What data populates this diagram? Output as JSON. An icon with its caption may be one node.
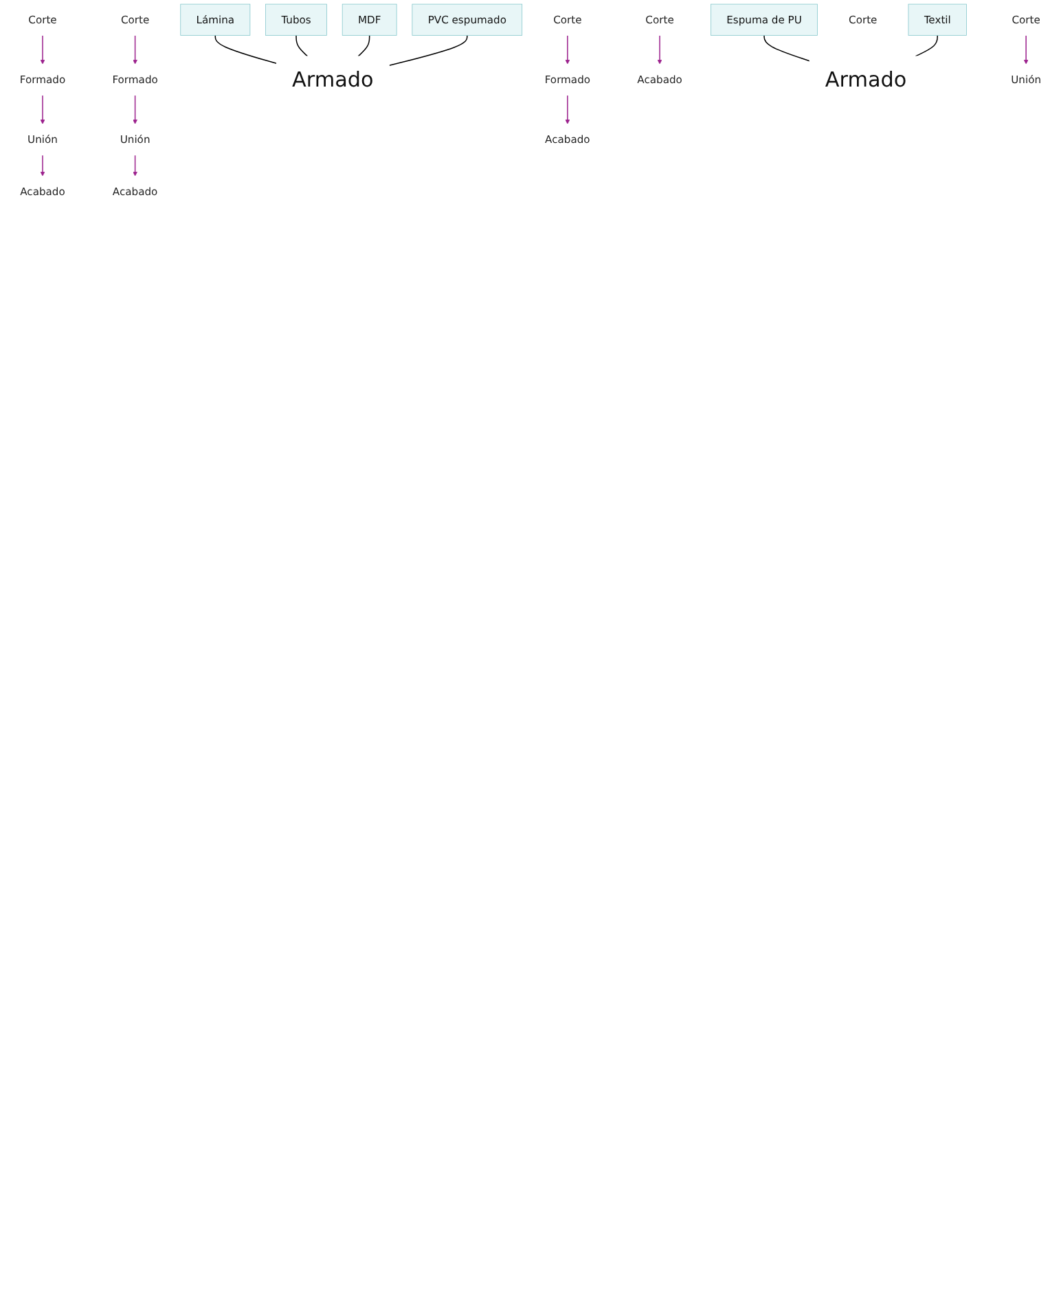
{
  "diagram": {
    "nodes": [
      {
        "text": [
          "Lámina"
        ]
      },
      {
        "text": [
          "Corte"
        ]
      },
      {
        "text": [
          "Formado"
        ]
      },
      {
        "text": [
          "Acabado"
        ]
      },
      {
        "text": [
          "Unión"
        ]
      },
      {
        "text": [
          "Tubos"
        ]
      },
      {
        "text": [
          "Corte"
        ]
      },
      {
        "text": [
          "Formado"
        ]
      },
      {
        "text": [
          "Acabado"
        ]
      },
      {
        "text": [
          "Unión"
        ]
      },
      {
        "text": [
          "Armado"
        ]
      },
      {
        "text": [
          "MDF"
        ]
      },
      {
        "text": [
          "Corte"
        ]
      },
      {
        "text": [
          "Formado"
        ]
      },
      {
        "text": [
          "Acabado"
        ]
      },
      {
        "text": [
          "PVC espumado"
        ]
      },
      {
        "text": [
          "Corte"
        ]
      },
      {
        "text": [
          "Acabado"
        ]
      },
      {
        "text": [
          "Espuma de PU"
        ]
      },
      {
        "text": [
          "Corte"
        ]
      },
      {
        "text": [
          "Armado"
        ]
      },
      {
        "text": [
          "Textil"
        ]
      },
      {
        "text": [
          "Corte"
        ]
      },
      {
        "text": [
          "Unión"
        ]
      }
    ],
    "edges": [
      {
        "from": 1,
        "to": 2,
        "arrow": "to"
      },
      {
        "from": 2,
        "to": 4,
        "arrow": "to"
      },
      {
        "from": 4,
        "to": 3,
        "arrow": "to"
      },
      {
        "from": 6,
        "to": 7,
        "arrow": "to"
      },
      {
        "from": 7,
        "to": 9,
        "arrow": "to"
      },
      {
        "from": 9,
        "to": 8,
        "arrow": "to"
      },
      {
        "from": 12,
        "to": 13,
        "arrow": "to"
      },
      {
        "from": 13,
        "to": 14,
        "arrow": "to"
      },
      {
        "from": 16,
        "to": 17,
        "arrow": "to"
      },
      {
        "from": 22,
        "to": 23,
        "arrow": "to"
      },
      {
        "from": 0,
        "to": 10,
        "arrow": "none",
        "color": "#000000"
      },
      {
        "from": 5,
        "to": 10,
        "arrow": "none",
        "color": "#000000"
      },
      {
        "from": 11,
        "to": 10,
        "arrow": "none",
        "color": "#000000"
      },
      {
        "from": 15,
        "to": 10,
        "arrow": "none",
        "color": "#000000"
      },
      {
        "from": 18,
        "to": 20,
        "arrow": "none",
        "color": "#000000"
      },
      {
        "from": 21,
        "to": 20,
        "arrow": "none",
        "color": "#000000"
      }
    ]
  }
}
